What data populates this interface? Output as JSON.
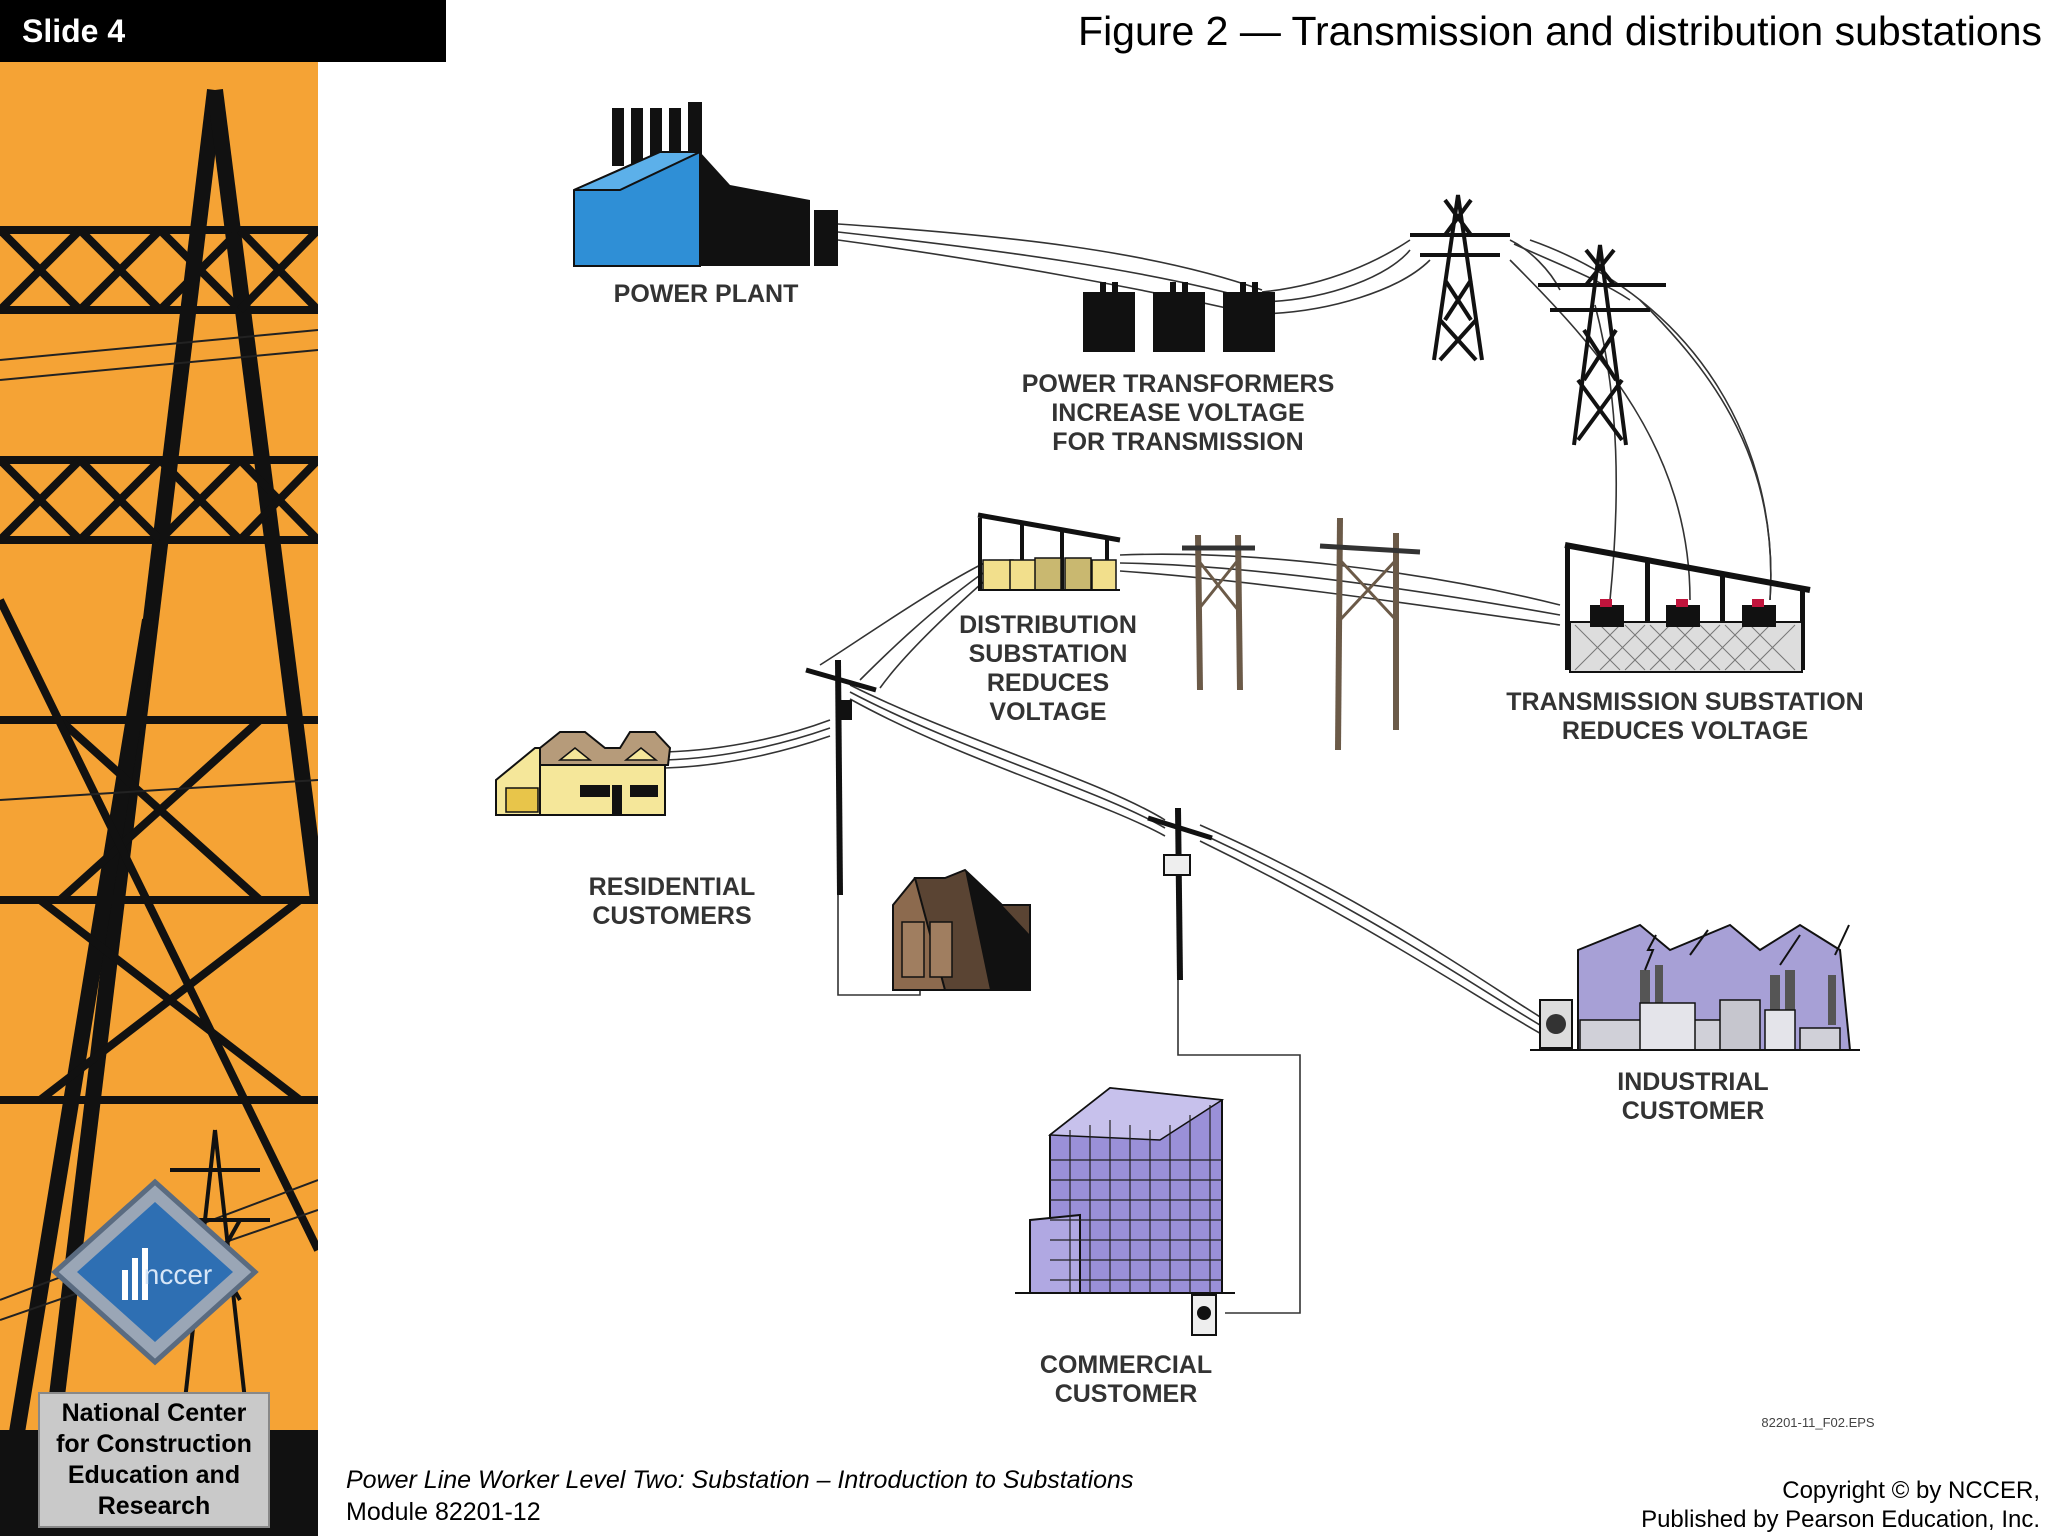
{
  "slide": {
    "label": "Slide 4"
  },
  "figure": {
    "title": "Figure 2 — Transmission and distribution substations"
  },
  "labels": {
    "power_plant": "POWER PLANT",
    "transformers": [
      "POWER TRANSFORMERS",
      "INCREASE VOLTAGE",
      "FOR TRANSMISSION"
    ],
    "distribution": [
      "DISTRIBUTION",
      "SUBSTATION",
      "REDUCES",
      "VOLTAGE"
    ],
    "transmission": [
      "TRANSMISSION SUBSTATION",
      "REDUCES VOLTAGE"
    ],
    "residential": [
      "RESIDENTIAL",
      "CUSTOMERS"
    ],
    "industrial": [
      "INDUSTRIAL",
      "CUSTOMER"
    ],
    "commercial": [
      "COMMERCIAL",
      "CUSTOMER"
    ],
    "file_code": "82201-11_F02.EPS"
  },
  "sidebar": {
    "logo_text": "nccer",
    "org": [
      "National Center",
      "for Construction",
      "Education and",
      "Research"
    ]
  },
  "footer": {
    "course": "Power Line Worker Level Two: Substation – Introduction to Substations",
    "module": "Module 82201-12",
    "copyright": "Copyright © by NCCER,",
    "publisher": "Published by Pearson Education, Inc."
  },
  "colors": {
    "sidebar_orange": "#f5a335",
    "plant_blue": "#2f8fd6",
    "house_yellow": "#f5e79a",
    "building_purple": "#9a90d8",
    "industrial_purple": "#a7a0d6",
    "barn_brown": "#8c6a4e"
  }
}
